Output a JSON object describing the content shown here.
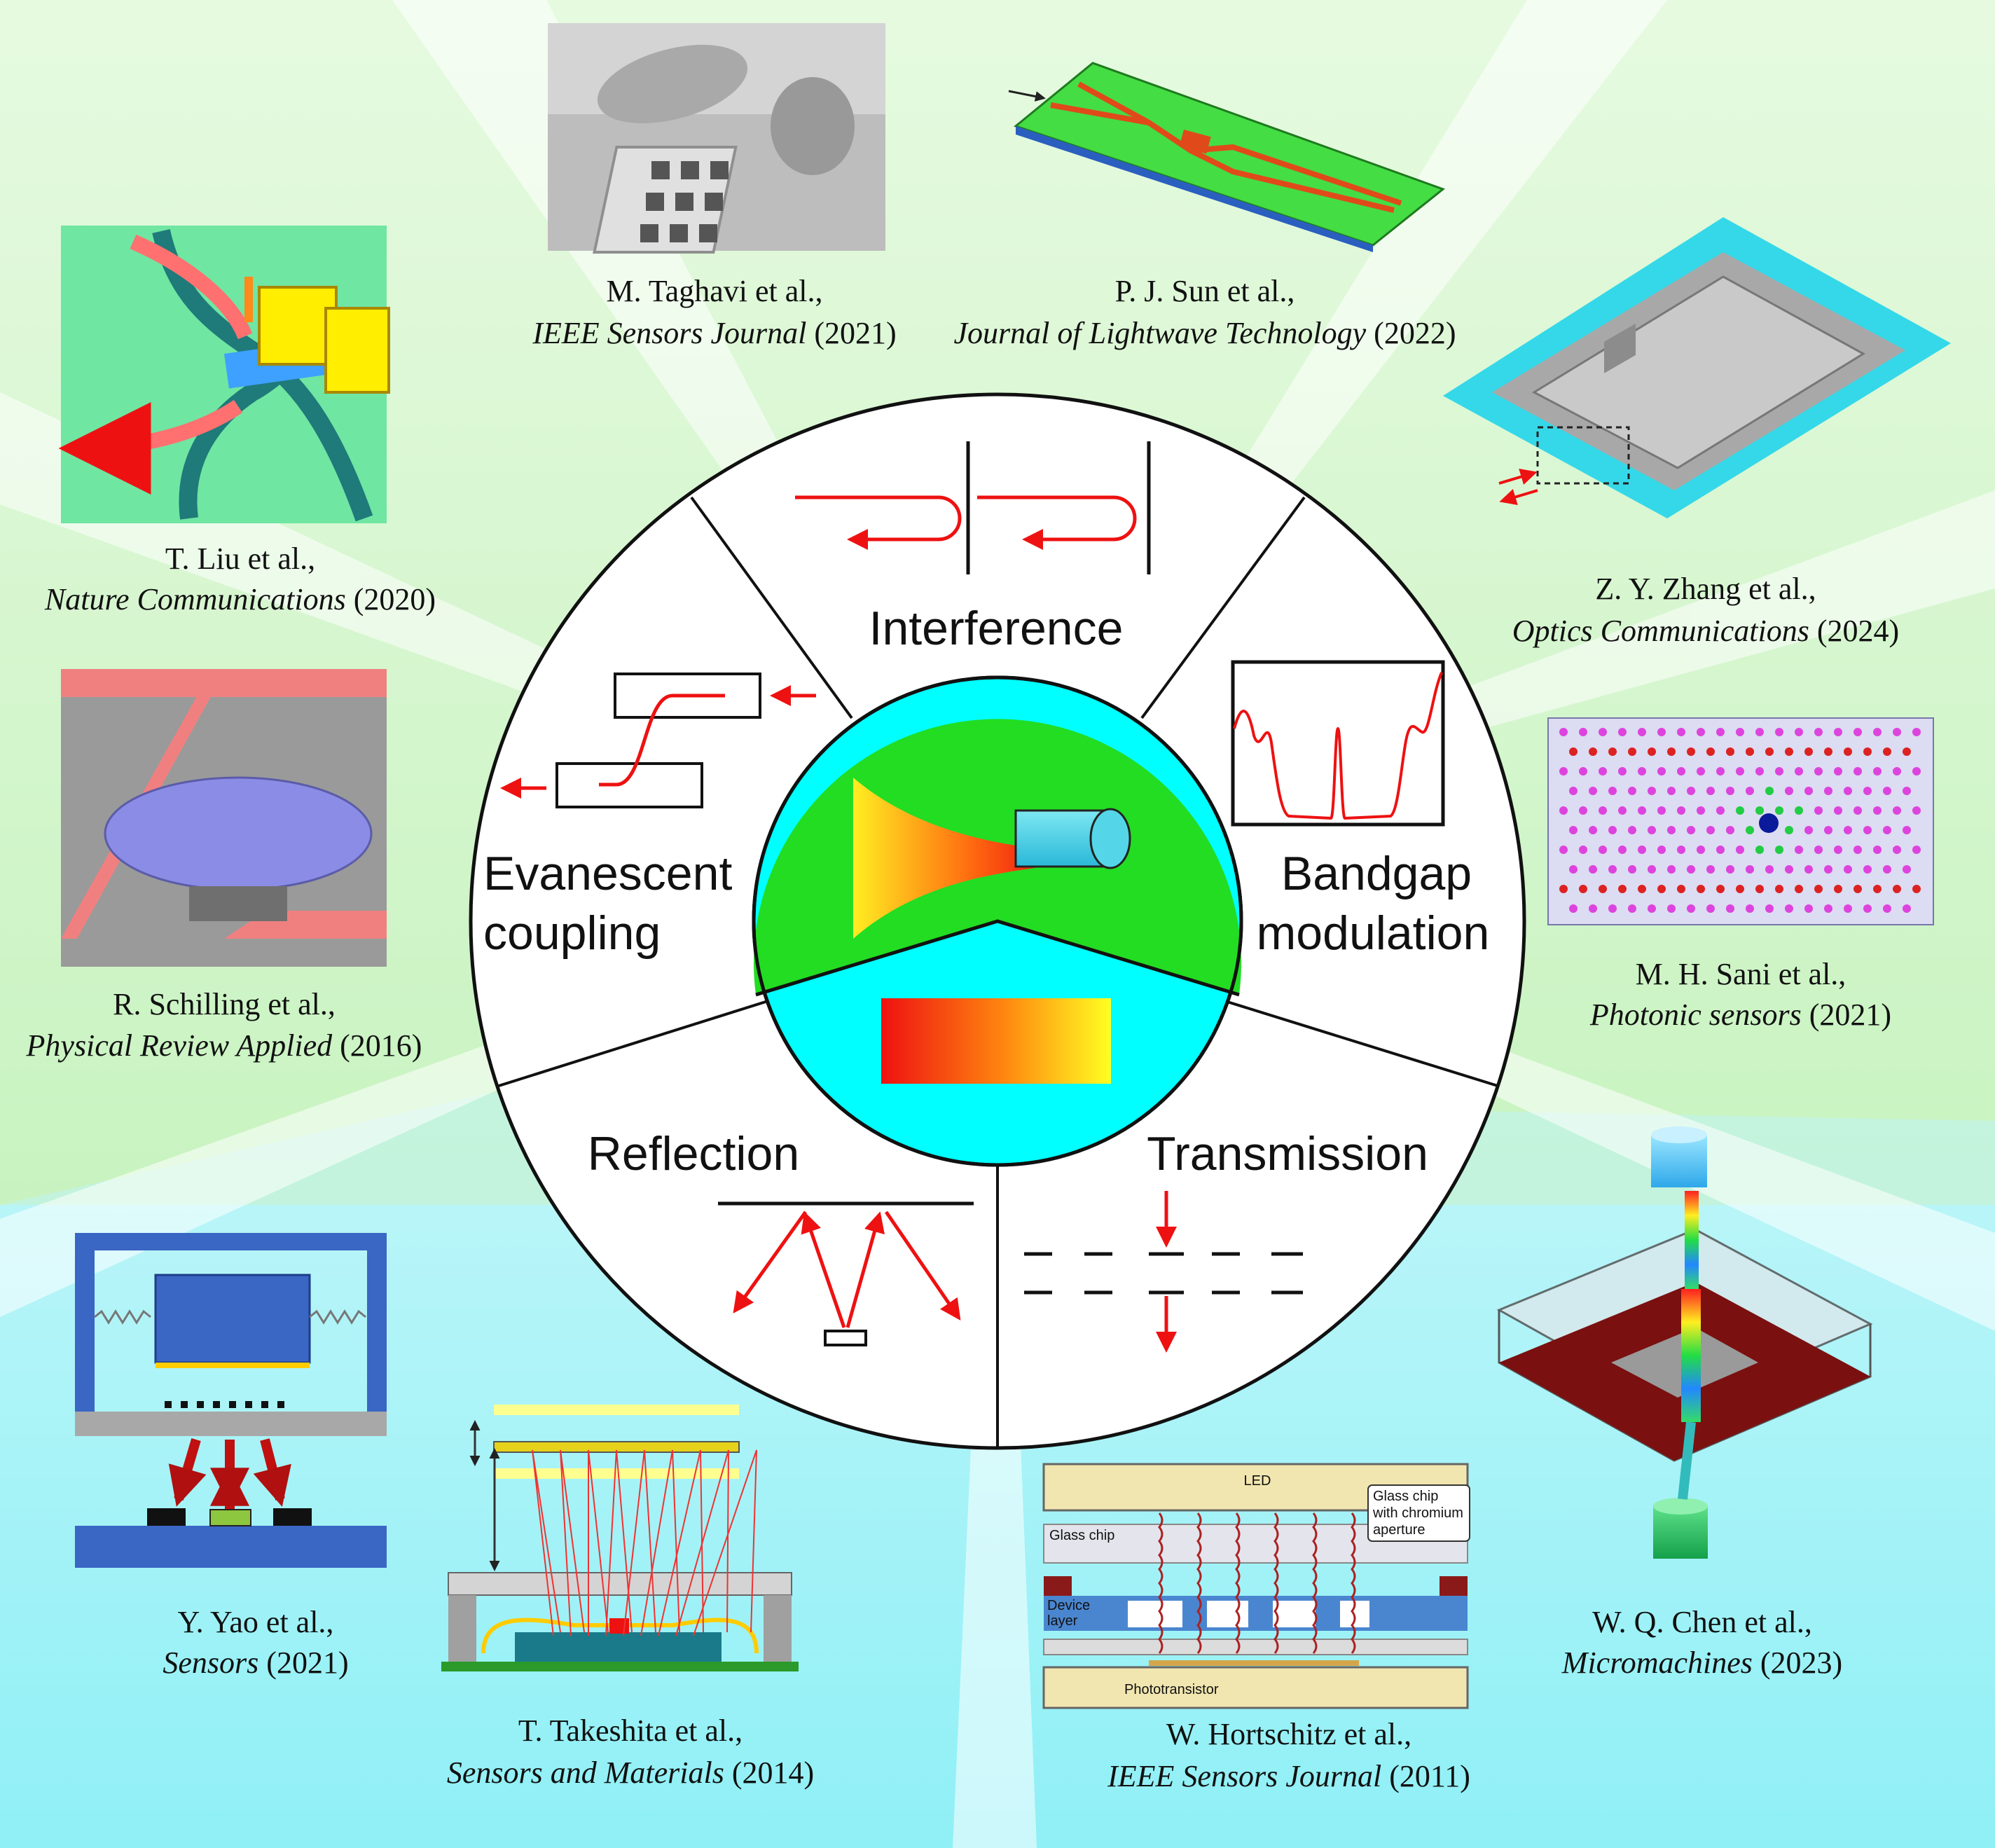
{
  "colors": {
    "top_bg": "#d8f8d0",
    "bottom_bg": "#9cf2f8",
    "center_green": "#22dd22",
    "center_cyan": "#00ffff",
    "arrow_red": "#ee1111"
  },
  "wheel": {
    "interference": "Interference",
    "bandgap_1": "Bandgap",
    "bandgap_2": "modulation",
    "evanescent_1": "Evanescent",
    "evanescent_2": "coupling",
    "reflection": "Reflection",
    "transmission": "Transmission"
  },
  "citations": [
    {
      "authors": "T. Liu et al.,",
      "journal": "Nature Communications",
      "year": " (2020)"
    },
    {
      "authors": "M. Taghavi et al.,",
      "journal": "IEEE Sensors Journal",
      "year": " (2021)"
    },
    {
      "authors": "P. J. Sun et al.,",
      "journal": "Journal of Lightwave Technology",
      "year": " (2022)"
    },
    {
      "authors": "Z. Y. Zhang et al.,",
      "journal": "Optics Communications",
      "year": " (2024)"
    },
    {
      "authors": "R. Schilling et al.,",
      "journal": "Physical Review Applied",
      "year": " (2016)"
    },
    {
      "authors": "M. H. Sani et al.,",
      "journal": "Photonic sensors",
      "year": " (2021)"
    },
    {
      "authors": "Y. Yao et al.,",
      "journal": "Sensors",
      "year": " (2021)"
    },
    {
      "authors": "T. Takeshita et al.,",
      "journal": "Sensors and Materials",
      "year": "  (2014)"
    },
    {
      "authors": "W. Hortschitz et al.,",
      "journal": "IEEE Sensors Journal",
      "year": " (2011)"
    },
    {
      "authors": "W. Q. Chen et al.,",
      "journal": "Micromachines",
      "year": " (2023)"
    }
  ],
  "hortschitz_labels": {
    "led": "LED",
    "glass_chip": "Glass chip",
    "callout_1": "Glass chip",
    "callout_2": "with chromium",
    "callout_3": "aperture",
    "device_1": "Device",
    "device_2": "layer",
    "phototransistor": "Phototransistor"
  }
}
